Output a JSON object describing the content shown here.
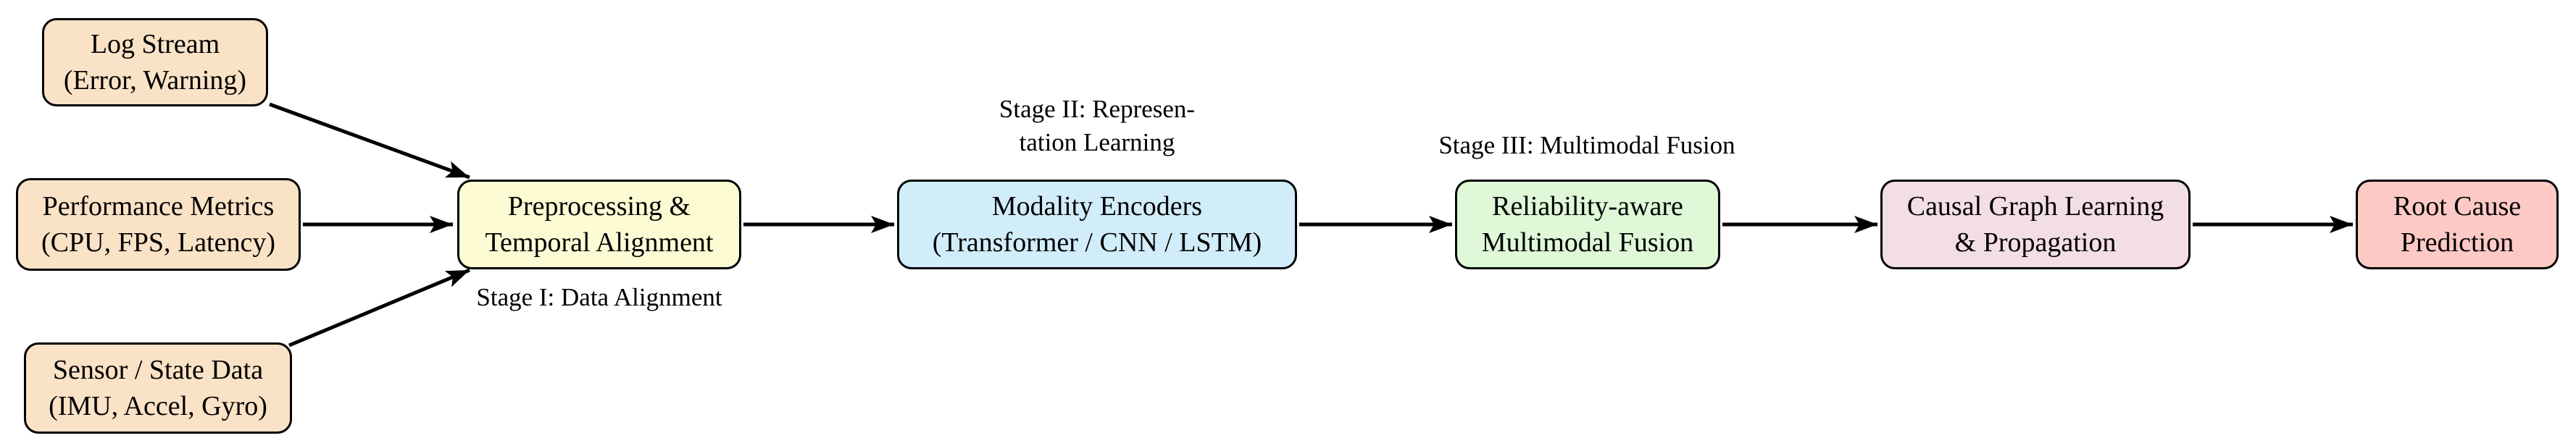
{
  "diagram": {
    "title": "Root cause analysis multimodal pipeline flowchart",
    "nodes": [
      {
        "id": "log-stream",
        "text": "Log Stream\n(Error, Warning)",
        "fill": "#fae2c6"
      },
      {
        "id": "performance-metrics",
        "text": "Performance Metrics\n(CPU, FPS, Latency)",
        "fill": "#fae2c6"
      },
      {
        "id": "sensor-state-data",
        "text": "Sensor / State Data\n(IMU, Accel, Gyro)",
        "fill": "#fae2c6"
      },
      {
        "id": "preprocessing",
        "text": "Preprocessing &\nTemporal Alignment",
        "fill": "#fdfbd4"
      },
      {
        "id": "modality-encoders",
        "text": "Modality Encoders\n(Transformer / CNN / LSTM)",
        "fill": "#d2edfa"
      },
      {
        "id": "reliability-fusion",
        "text": "Reliability-aware\nMultimodal Fusion",
        "fill": "#def8d8"
      },
      {
        "id": "causal-graph",
        "text": "Causal Graph Learning\n& Propagation",
        "fill": "#f3dde7"
      },
      {
        "id": "root-cause",
        "text": "Root Cause\nPrediction",
        "fill": "#fdc9c5"
      }
    ],
    "stage_labels": [
      {
        "id": "stage-1",
        "text": "Stage I: Data Alignment"
      },
      {
        "id": "stage-2",
        "text": "Stage II: Represen-\ntation Learning"
      },
      {
        "id": "stage-3",
        "text": "Stage III: Multimodal Fusion"
      }
    ],
    "edges": [
      {
        "from": "log-stream",
        "to": "preprocessing"
      },
      {
        "from": "performance-metrics",
        "to": "preprocessing"
      },
      {
        "from": "sensor-state-data",
        "to": "preprocessing"
      },
      {
        "from": "preprocessing",
        "to": "modality-encoders"
      },
      {
        "from": "modality-encoders",
        "to": "reliability-fusion"
      },
      {
        "from": "reliability-fusion",
        "to": "causal-graph"
      },
      {
        "from": "causal-graph",
        "to": "root-cause"
      }
    ],
    "colors": {
      "background": "#ffffff",
      "border": "#000000",
      "arrow": "#000000",
      "text": "#000000"
    }
  }
}
